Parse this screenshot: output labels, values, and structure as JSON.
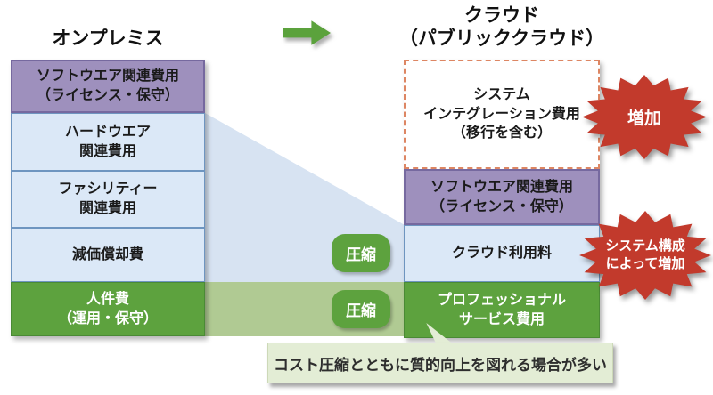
{
  "left_column": {
    "title": "オンプレミス",
    "boxes": [
      {
        "label": "ソフトウエア関連費用\n（ライセンス・保守）"
      },
      {
        "label": "ハードウエア\n関連費用"
      },
      {
        "label": "ファシリティー\n関連費用"
      },
      {
        "label": "減価償却費"
      },
      {
        "label": "人件費\n（運用・保守）"
      }
    ]
  },
  "right_column": {
    "title_line1": "クラウド",
    "title_line2": "（パブリッククラウド）",
    "boxes": [
      {
        "label": "システム\nインテグレーション費用\n（移行を含む）"
      },
      {
        "label": "ソフトウエア関連費用\n（ライセンス・保守）"
      },
      {
        "label": "クラウド利用料"
      },
      {
        "label": "プロフェッショナル\nサービス費用"
      }
    ]
  },
  "badges": {
    "compress1": "圧縮",
    "compress2": "圧縮"
  },
  "starbursts": {
    "increase": "増加",
    "config_increase": "システム構成\nによって増加"
  },
  "note": {
    "text": "コスト圧縮とともに質的向上を図れる場合が多い"
  },
  "colors": {
    "purple_box": "#9e90bd",
    "blue_box": "#dbe8f7",
    "green_box": "#5da23e",
    "dashed_border": "#dd8663",
    "starburst_red": "#c23a2c",
    "beam_blue": "#d7e3f2",
    "beam_green": "#b0ca93",
    "note_background": "#e3edd5",
    "arrow_green": "#5ba23c"
  }
}
